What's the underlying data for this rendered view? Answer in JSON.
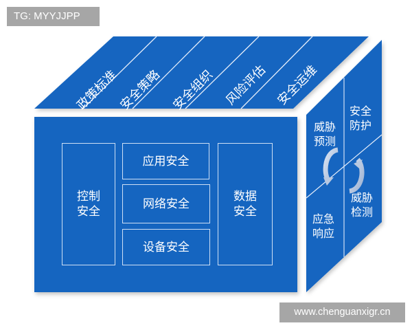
{
  "watermark_top": "TG: MYYJJPP",
  "watermark_bottom": "www.chenguanxigr.cn",
  "colors": {
    "panel": "#1565c0",
    "line": "#cfe0f5",
    "tag": "#a6a6a6",
    "arrow": "#b8c8e0"
  },
  "top_band": {
    "items": [
      {
        "label": "政策标准"
      },
      {
        "label": "安全策略"
      },
      {
        "label": "安全组织"
      },
      {
        "label": "风险评估"
      },
      {
        "label": "安全运维"
      }
    ]
  },
  "front": {
    "left": {
      "line1": "控制",
      "line2": "安全"
    },
    "middle": [
      {
        "label": "应用安全"
      },
      {
        "label": "网络安全"
      },
      {
        "label": "设备安全"
      }
    ],
    "right": {
      "line1": "数据",
      "line2": "安全"
    }
  },
  "side": {
    "cycle_icon": "cycle-arrows-icon",
    "quadrants": [
      {
        "line1": "威胁",
        "line2": "预测"
      },
      {
        "line1": "安全",
        "line2": "防护"
      },
      {
        "line1": "威胁",
        "line2": "检测"
      },
      {
        "line1": "应急",
        "line2": "响应"
      }
    ]
  }
}
